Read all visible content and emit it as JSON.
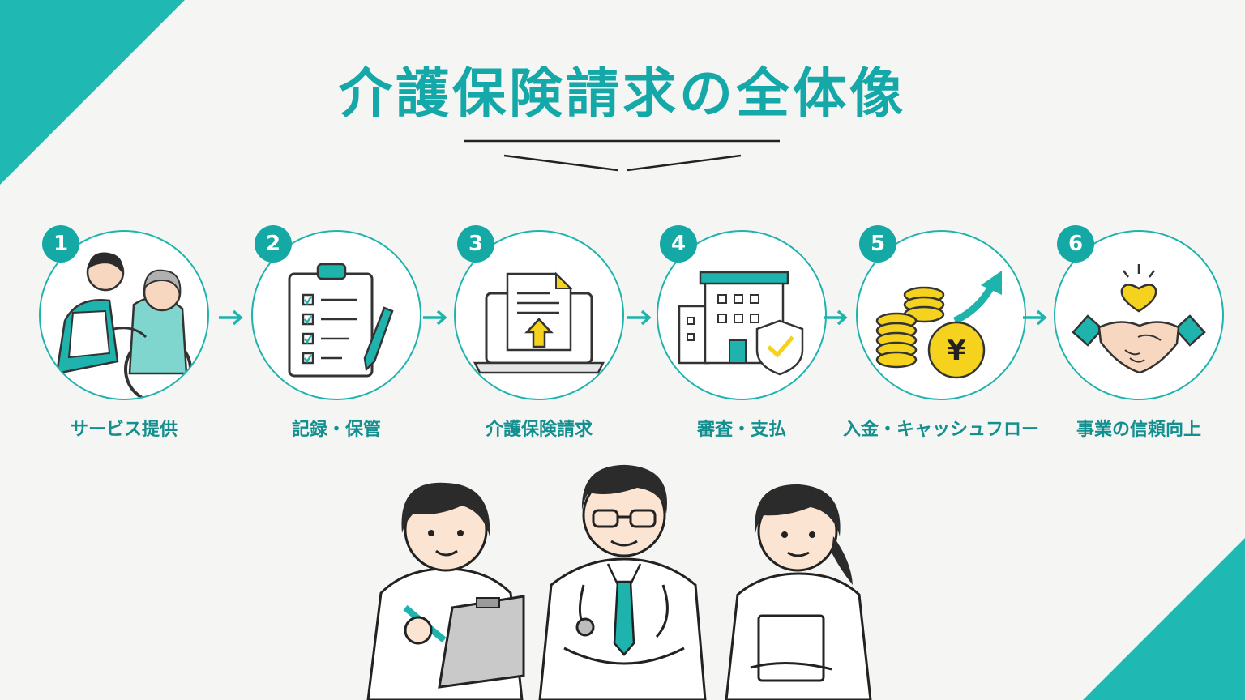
{
  "title": "介護保険請求の全体像",
  "colors": {
    "accent": "#1fb3ad",
    "accent_dark": "#148f8f",
    "coin": "#f5d21e",
    "background": "#f5f5f4"
  },
  "steps": [
    {
      "number": "1",
      "label": "サービス提供",
      "icon": "caregiver-wheelchair-icon"
    },
    {
      "number": "2",
      "label": "記録・保管",
      "icon": "clipboard-checklist-icon"
    },
    {
      "number": "3",
      "label": "介護保険請求",
      "icon": "laptop-upload-icon"
    },
    {
      "number": "4",
      "label": "審査・支払",
      "icon": "building-shield-icon"
    },
    {
      "number": "5",
      "label": "入金・キャッシュフロー",
      "icon": "yen-coins-growth-icon"
    },
    {
      "number": "6",
      "label": "事業の信頼向上",
      "icon": "handshake-heart-icon"
    }
  ],
  "coin_symbol": "¥",
  "people": [
    "nurse-with-clipboard",
    "doctor-with-stethoscope",
    "nurse-with-tablet"
  ]
}
